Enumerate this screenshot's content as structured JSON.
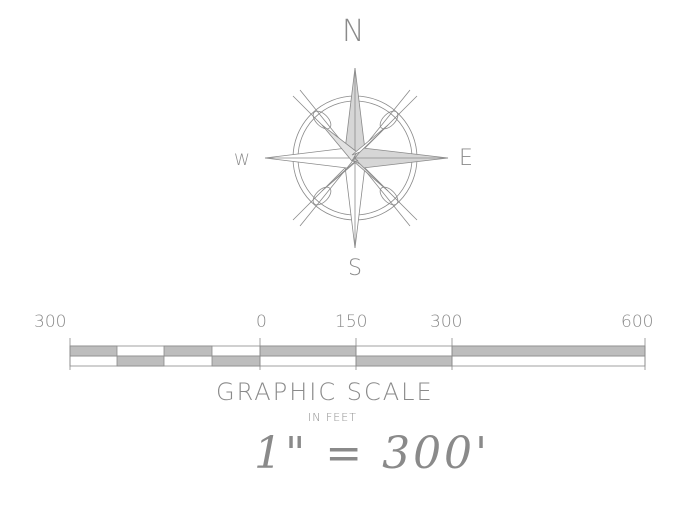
{
  "compass": {
    "north": "N",
    "east": "E",
    "south": "S",
    "west": "W"
  },
  "scale": {
    "ticks": [
      "300",
      "0",
      "150",
      "300",
      "600"
    ],
    "title": "GRAPHIC SCALE",
    "unit": "IN FEET",
    "ratio": "1\" = 300'"
  },
  "colors": {
    "line": "#8a8a8a",
    "fill": "#bdbdbd"
  }
}
